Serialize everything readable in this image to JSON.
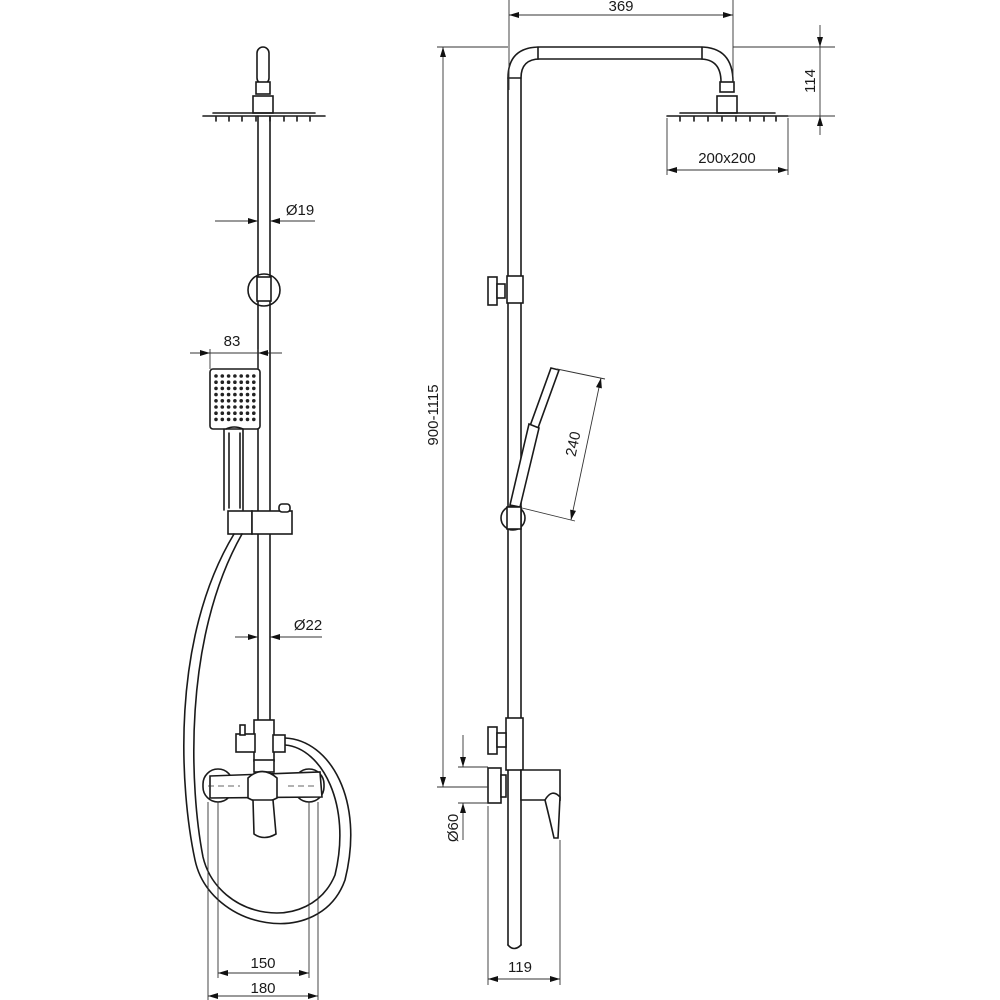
{
  "dimensions": {
    "arm_length": "369",
    "head_drop": "114",
    "head_size": "200x200",
    "upper_rod_diameter": "Ø19",
    "hand_shower_width": "83",
    "hand_shower_length": "240",
    "height_range": "900-1115",
    "lower_rod_diameter": "Ø22",
    "escutcheon_diameter": "Ø60",
    "inner_spacing": "150",
    "outer_spacing": "180",
    "wall_projection": "119"
  },
  "colors": {
    "line": "#1a1a1a",
    "background": "#ffffff"
  }
}
